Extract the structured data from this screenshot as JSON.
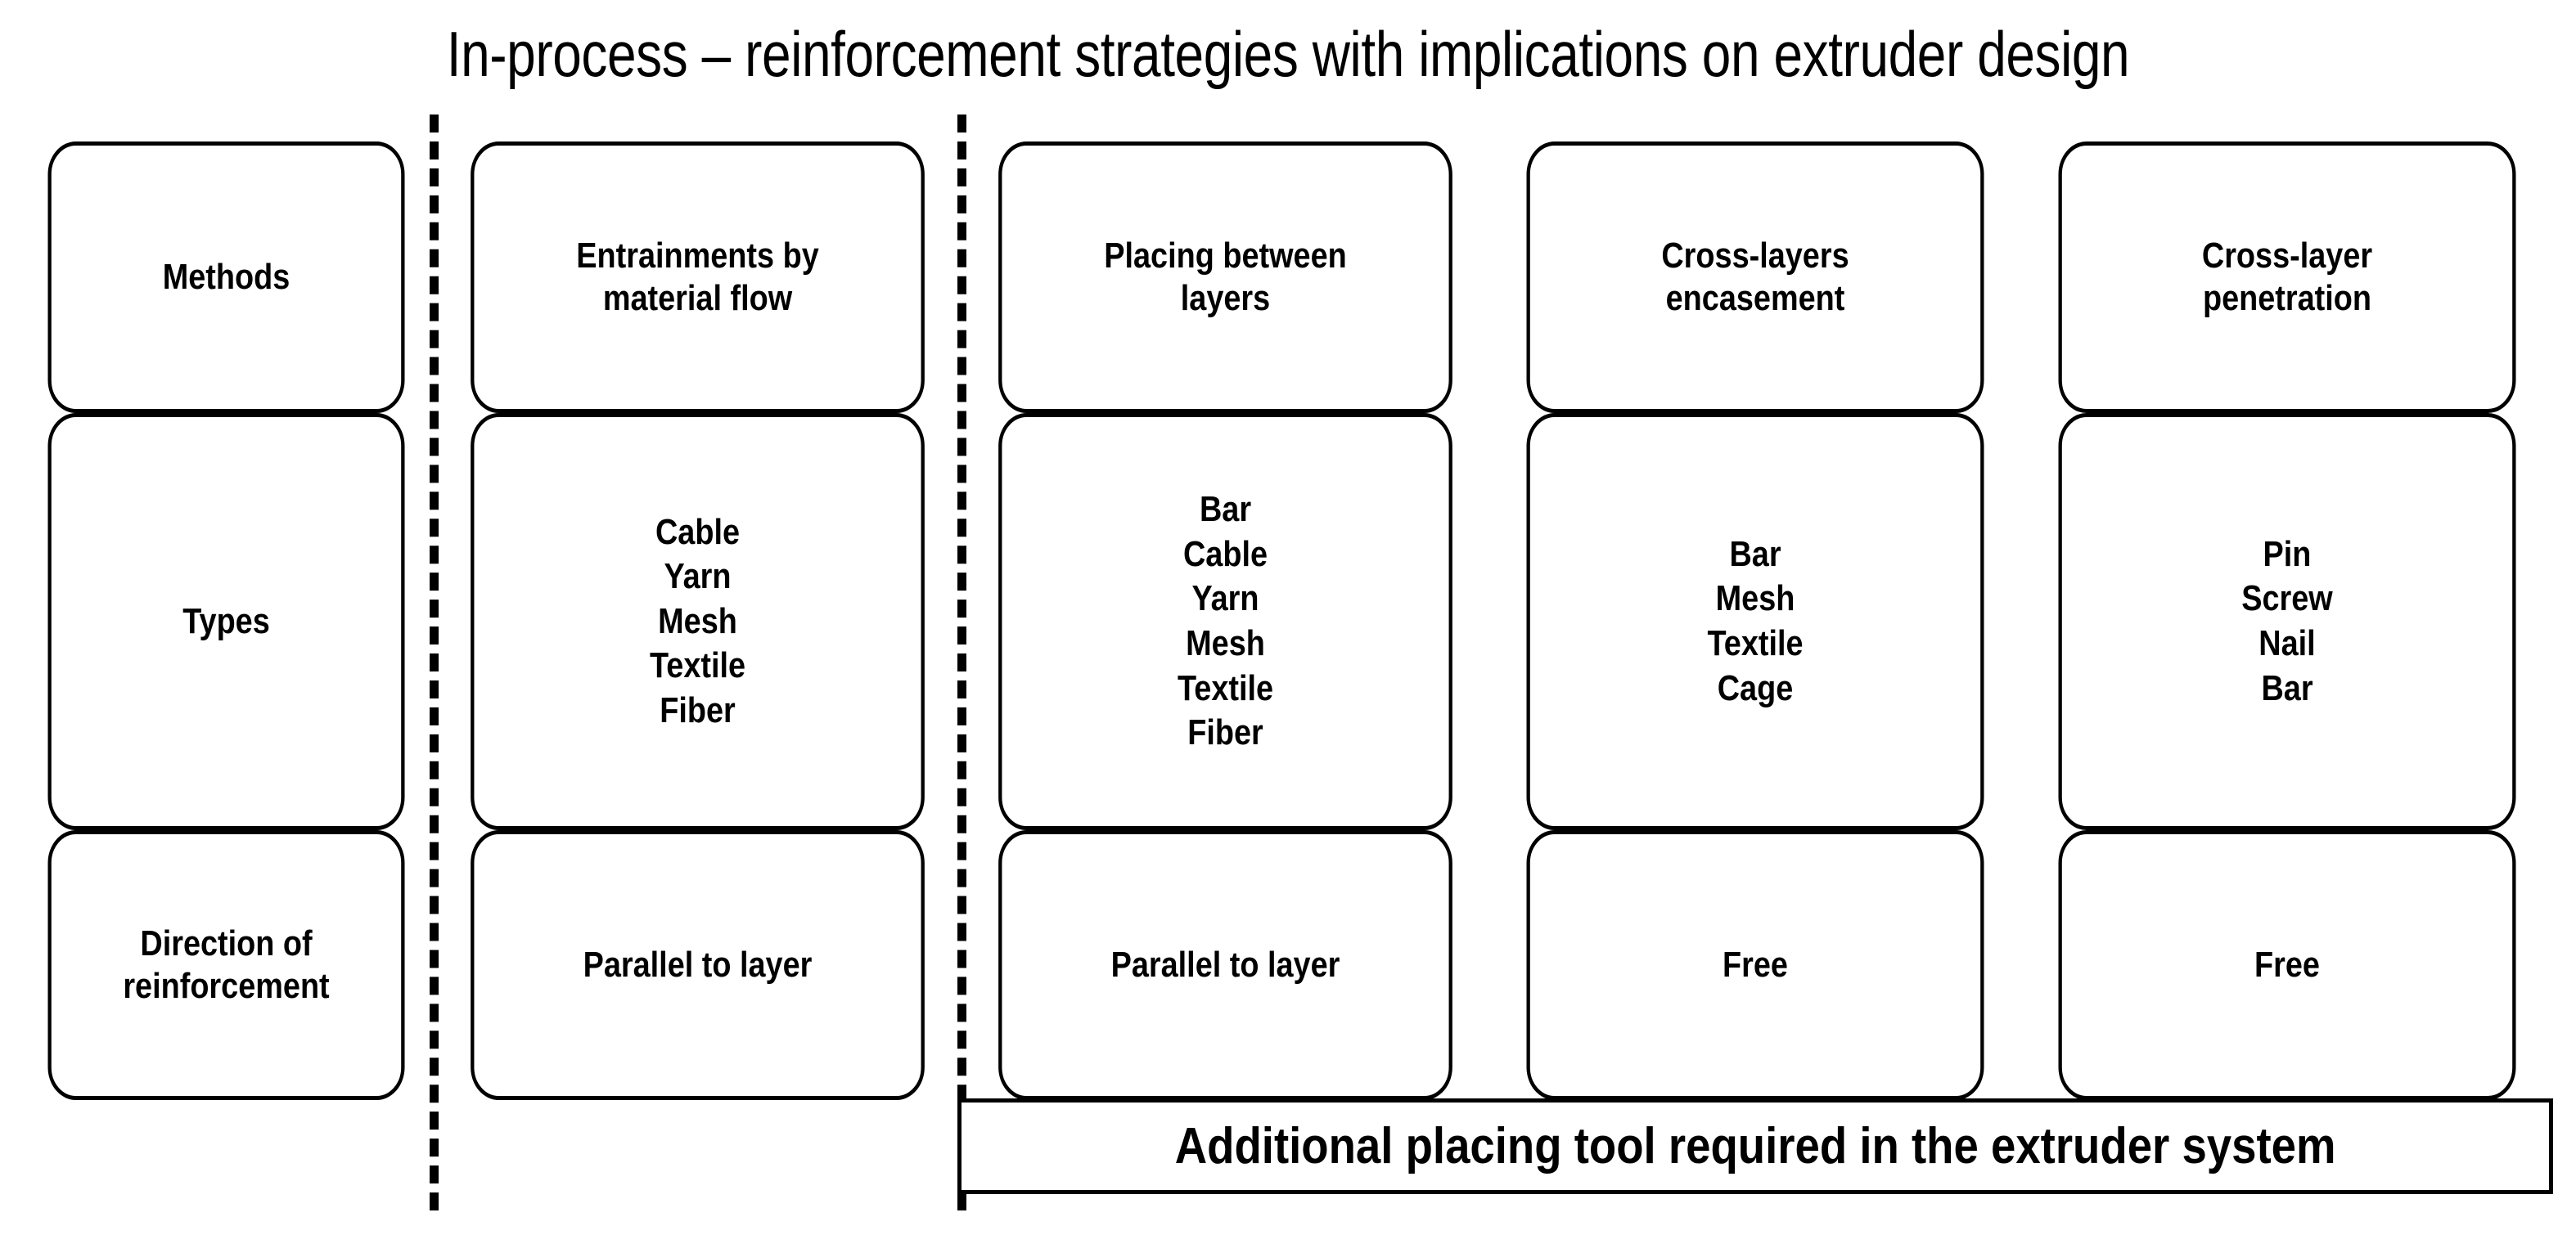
{
  "title": "In-process – reinforcement strategies with implications on extruder design",
  "table": {
    "rows": [
      {
        "label": "Methods",
        "cells": [
          {
            "lines": [
              "Methods"
            ]
          },
          {
            "lines": [
              "Entrainments by",
              "material flow"
            ]
          },
          {
            "lines": [
              "Placing between",
              "layers"
            ]
          },
          {
            "lines": [
              "Cross-layers",
              "encasement"
            ]
          },
          {
            "lines": [
              "Cross-layer",
              "penetration"
            ]
          }
        ]
      },
      {
        "label": "Types",
        "cells": [
          {
            "lines": [
              "Types"
            ]
          },
          {
            "lines": [
              "Cable",
              "Yarn",
              "Mesh",
              "Textile",
              "Fiber"
            ]
          },
          {
            "lines": [
              "Bar",
              "Cable",
              "Yarn",
              "Mesh",
              "Textile",
              "Fiber"
            ]
          },
          {
            "lines": [
              "Bar",
              "Mesh",
              "Textile",
              "Cage"
            ]
          },
          {
            "lines": [
              "Pin",
              "Screw",
              "Nail",
              "Bar"
            ]
          }
        ]
      },
      {
        "label": "Direction of reinforcement",
        "cells": [
          {
            "lines": [
              "Direction of",
              "reinforcement"
            ]
          },
          {
            "lines": [
              "Parallel to layer"
            ]
          },
          {
            "lines": [
              "Parallel to layer"
            ]
          },
          {
            "lines": [
              "Free"
            ]
          },
          {
            "lines": [
              "Free"
            ]
          }
        ]
      }
    ]
  },
  "bottom_note": "Additional placing tool required in the extruder system",
  "colors": {
    "background": "#ffffff",
    "stroke": "#000000",
    "text": "#000000"
  }
}
